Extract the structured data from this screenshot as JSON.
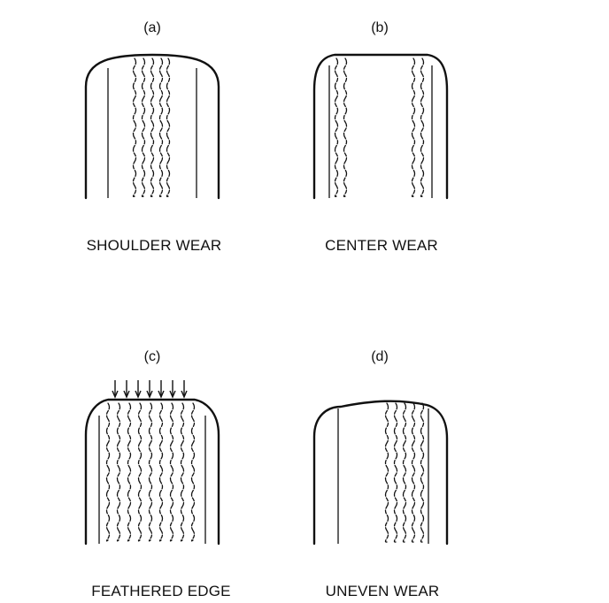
{
  "panels": [
    {
      "letter": "(a)",
      "caption": "SHOULDER WEAR",
      "wear_pattern": "shoulder"
    },
    {
      "letter": "(b)",
      "caption": "CENTER WEAR",
      "wear_pattern": "center"
    },
    {
      "letter": "(c)",
      "caption": "FEATHERED EDGE",
      "wear_pattern": "feathered"
    },
    {
      "letter": "(d)",
      "caption": "UNEVEN WEAR",
      "wear_pattern": "uneven"
    }
  ]
}
